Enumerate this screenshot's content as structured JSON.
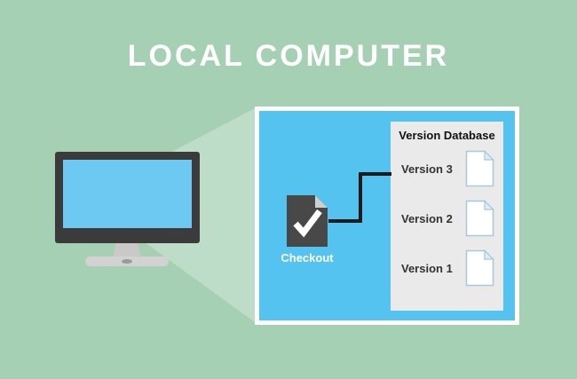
{
  "title": "LOCAL COMPUTER",
  "panel": {
    "checkout_label": "Checkout",
    "database": {
      "header": "Version Database",
      "versions": [
        {
          "label": "Version 3"
        },
        {
          "label": "Version 2"
        },
        {
          "label": "Version 1"
        }
      ]
    }
  },
  "colors": {
    "background": "#A6D0B3",
    "beam": "rgba(255,255,255,0.28)",
    "panel_blue": "#55C3EF",
    "panel_border": "#FFFFFF",
    "monitor_frame": "#3B3B3B",
    "monitor_screen": "#6EC9F2",
    "monitor_stand": "#C9C9C9",
    "db_bg": "#EAEAEA",
    "doc_fill": "#FFFFFF",
    "doc_stroke": "#A8C8DC",
    "doc_fold": "#DDEEF8",
    "checkout_doc": "#484848",
    "checkout_fold": "#CFCFCF",
    "connector": "#1C1C1C",
    "title_color": "#FFFFFF",
    "label_dark": "#333333"
  }
}
